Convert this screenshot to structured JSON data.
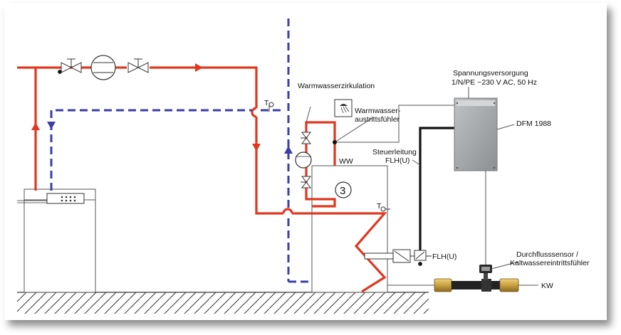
{
  "diagram": {
    "labels": {
      "warmwasserzirkulation": "Warmwasserzirkulation",
      "austritt_line1": "Warmwasser-",
      "austritt_line2": "austrittsfühler",
      "spannung_line1": "Spannungsversorgung",
      "spannung_line2": "1/N/PE ~230 V AC, 50 Hz",
      "dfm": "DFM 1988",
      "steuer_line1": "Steuerleitung",
      "steuer_line2": "FLH(U)",
      "ww": "WW",
      "storage_number": "3",
      "flh_valve": "FLH(U)",
      "durchfluss_line1": "Durchflusssensor /",
      "durchfluss_line2": "Kaltwassereintrittsfühler",
      "kw": "KW",
      "t_upper": "T",
      "t_tank": "T"
    },
    "colors": {
      "flow_red": "#e0371e",
      "return_blue": "#3b3fa8",
      "control_black": "#111111",
      "device_gray": "#a5a8ab",
      "brass": "#c8a040"
    }
  }
}
